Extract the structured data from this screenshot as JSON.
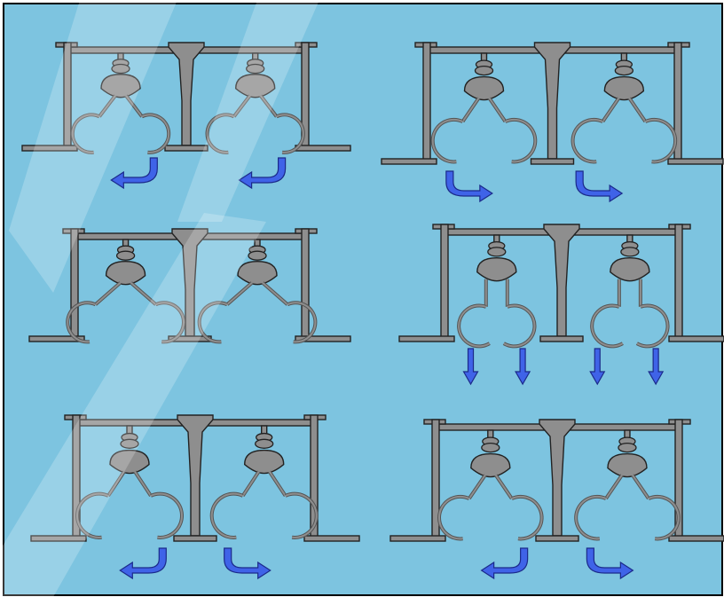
{
  "diagram": {
    "background_color": "#7dc4e0",
    "border_color": "#000000",
    "frame_fill": "#8e8e8e",
    "frame_stroke": "#222222",
    "watermark_color": "#ffffff",
    "arrow_fill": "#3f63e8",
    "arrow_stroke": "#1b2a8a",
    "panels": [
      {
        "name": "panel-top-left",
        "arrow_motion": "curved-left"
      },
      {
        "name": "panel-top-right",
        "arrow_motion": "curved-right"
      },
      {
        "name": "panel-middle-left",
        "arrow_motion": "none"
      },
      {
        "name": "panel-middle-right",
        "arrow_motion": "straight-down"
      },
      {
        "name": "panel-bottom-left",
        "arrow_motion": "curved-outward"
      },
      {
        "name": "panel-bottom-right",
        "arrow_motion": "curved-outward"
      }
    ]
  }
}
